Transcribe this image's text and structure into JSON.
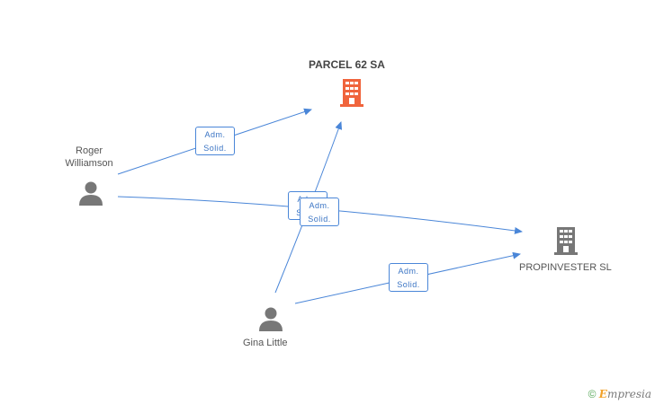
{
  "companies": [
    {
      "id": "parcel",
      "name": "PARCEL 62 SA",
      "color": "#f0643c",
      "icon": "building-icon"
    },
    {
      "id": "propinvester",
      "name": "PROPINVESTER SL",
      "color": "#777777",
      "icon": "building-icon"
    }
  ],
  "persons": [
    {
      "id": "roger",
      "name_line1": "Roger",
      "name_line2": "Williamson",
      "icon": "person-icon"
    },
    {
      "id": "gina",
      "name": "Gina Little",
      "icon": "person-icon"
    }
  ],
  "relation_label": {
    "line1": "Adm.",
    "line2": "Solid."
  },
  "edges": [
    {
      "from": "Roger Williamson",
      "to": "PARCEL 62 SA",
      "line1": "Adm.",
      "line2": "Solid."
    },
    {
      "from": "Roger Williamson",
      "to": "PROPINVESTER SL",
      "line1": "Adm.",
      "line2": "Solid."
    },
    {
      "from": "Gina Little",
      "to": "PARCEL 62 SA",
      "line1": "Adm.",
      "line2": "Solid."
    },
    {
      "from": "Gina Little",
      "to": "PROPINVESTER SL",
      "line1": "Adm.",
      "line2": "Solid."
    }
  ],
  "edge_color": "#4a86d8",
  "watermark": {
    "copyright": "©",
    "brand_first": "E",
    "brand_rest": "mpresia"
  }
}
